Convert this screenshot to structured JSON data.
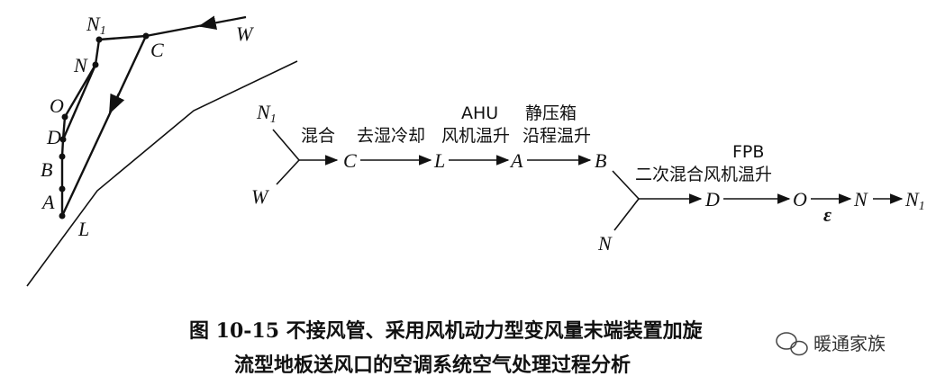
{
  "psychro": {
    "points": {
      "N1": "N",
      "N1_sub": "1",
      "C": "C",
      "W": "W",
      "N": "N",
      "O": "O",
      "D": "D",
      "B": "B",
      "A": "A",
      "L": "L"
    }
  },
  "flow": {
    "in_N1": "N",
    "in_N1_sub": "1",
    "in_W": "W",
    "C": "C",
    "L": "L",
    "A": "A",
    "B": "B",
    "N_in": "N",
    "D": "D",
    "O": "O",
    "eps": "ε",
    "N": "N",
    "N1": "N",
    "N1_sub": "1",
    "lbl_mix": "混合",
    "lbl_dehum": "去湿冷却",
    "lbl_ahu_top": "AHU",
    "lbl_ahu_bottom": "风机温升",
    "lbl_box_top": "静压箱",
    "lbl_box_bottom": "沿程温升",
    "lbl_fpb_top": "FPB",
    "lbl_fpb_bottom": "二次混合风机温升"
  },
  "caption": {
    "line1": "图 10-15   不接风管、采用风机动力型变风量末端装置加旋",
    "line2": "流型地板送风口的空调系统空气处理过程分析"
  },
  "watermark": "暖通家族"
}
